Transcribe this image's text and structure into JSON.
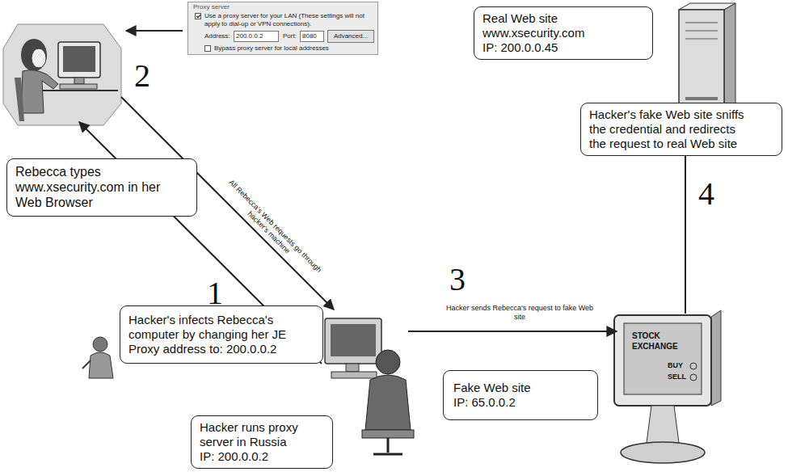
{
  "diagram": {
    "nodes": [
      {
        "text": [
          "Proxy server",
          "Use a proxy server for your LAN (These settings will not apply to dial-up or VPN connections).",
          "Address:",
          "200.0.0.2",
          "Port:",
          "8080",
          "Advanced...",
          "Bypass proxy server for local addresses"
        ]
      },
      {
        "text": [
          "Real Web site",
          "www.xsecurity.com",
          "IP: 200.0.0.45"
        ]
      },
      {
        "text": [
          "Hacker's fake Web site sniffs the credential and redirects the request to real Web site"
        ]
      },
      {
        "text": [
          "Rebecca types www.xsecurity.com in her Web Browser"
        ]
      },
      {
        "text": [
          "Hacker's infects Rebecca's computer by changing her JE Proxy address to: 200.0.0.2"
        ]
      },
      {
        "text": [
          "Fake Web site",
          "IP: 65.0.0.2"
        ]
      },
      {
        "text": [
          "Hacker runs proxy server in Russia",
          "IP: 200.0.0.2"
        ]
      }
    ],
    "labels": [
      "2",
      "All Rebecca's Web requests go through hacker's machine",
      "1",
      "3",
      "Hacker sends Rebecca's request to fake Web site",
      "4",
      "STOCK",
      "EXCHANGE",
      "BUY",
      "SELL"
    ]
  }
}
